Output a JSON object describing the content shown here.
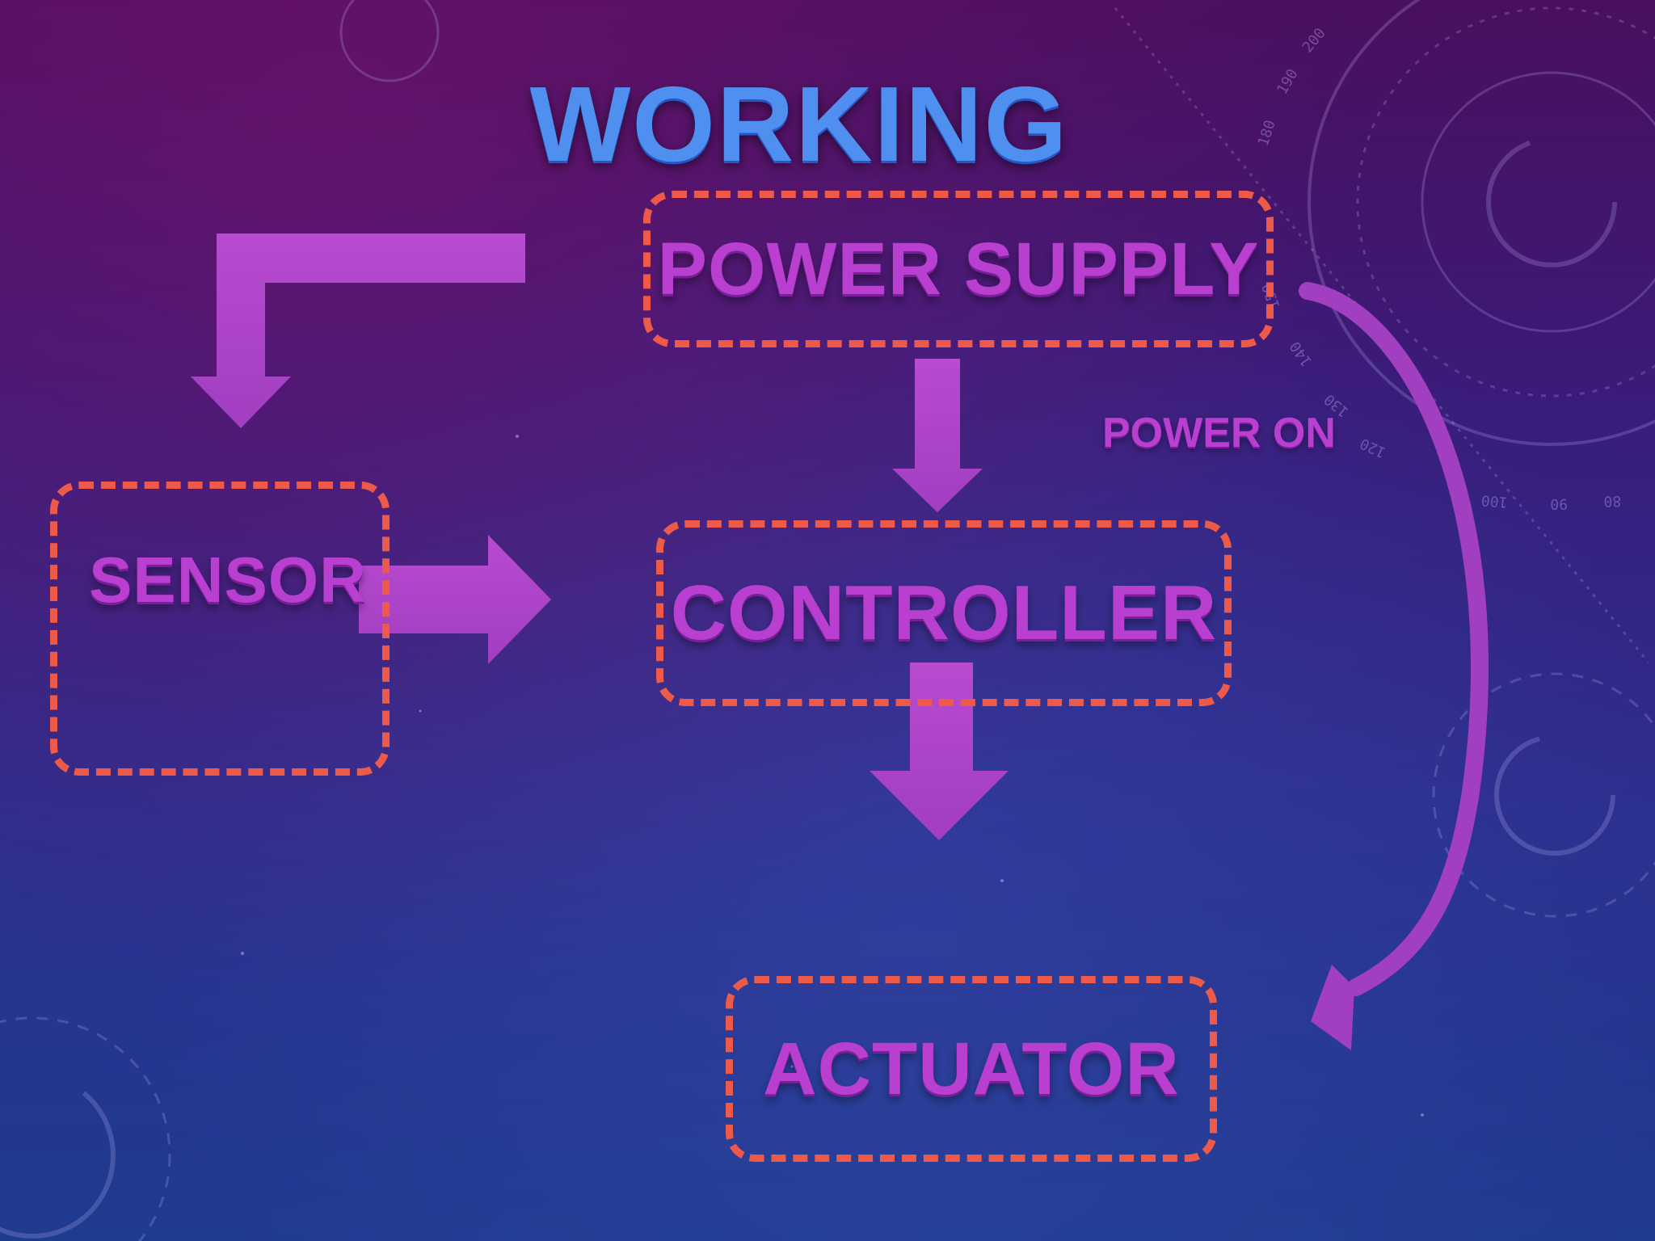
{
  "slide": {
    "title": "WORKING"
  },
  "diagram": {
    "nodes": [
      {
        "id": "power-supply",
        "label": "POWER SUPPLY"
      },
      {
        "id": "sensor",
        "label": "SENSOR"
      },
      {
        "id": "controller",
        "label": "CONTROLLER"
      },
      {
        "id": "actuator",
        "label": "ACTUATOR"
      }
    ],
    "edges": [
      {
        "from": "power-supply",
        "to": "sensor"
      },
      {
        "from": "power-supply",
        "to": "controller"
      },
      {
        "from": "sensor",
        "to": "controller"
      },
      {
        "from": "controller",
        "to": "actuator"
      },
      {
        "from": "power-supply",
        "to": "actuator",
        "label": "POWER ON"
      }
    ]
  },
  "colors": {
    "title": "#4f8ff0",
    "node_text": "#b83fcf",
    "node_border": "#ee5a4a",
    "arrow": "#b044c8"
  },
  "decorations": {
    "dial_numbers": [
      "180",
      "190",
      "200",
      "150",
      "140",
      "130",
      "120",
      "100",
      "90",
      "80"
    ]
  }
}
